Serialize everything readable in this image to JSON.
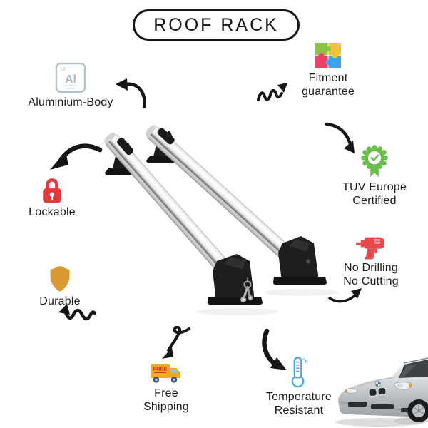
{
  "title": "ROOF RACK",
  "features": {
    "aluminium": {
      "label": "Aluminium-Body",
      "element_symbol": "Al",
      "element_number": "13"
    },
    "fitment": {
      "line1": "Fitment",
      "line2": "guarantee"
    },
    "lockable": {
      "label": "Lockable"
    },
    "tuv": {
      "line1": "TUV Europe",
      "line2": "Certified"
    },
    "drilling": {
      "line1": "No Drilling",
      "line2": "No Cutting"
    },
    "durable": {
      "label": "Durable"
    },
    "shipping": {
      "line1": "Free",
      "line2": "Shipping",
      "truck_badge": "FREE"
    },
    "temperature": {
      "line1": "Temperature",
      "line2": "Resistant",
      "unit_label": "°c"
    }
  },
  "colors": {
    "ink": "#151515",
    "lock_red": "#e23b3e",
    "drill_red": "#e8474b",
    "shield_gold": "#d9992e",
    "badge_green": "#6abf4b",
    "truck_orange": "#f6a723",
    "thermometer_blue": "#45a7e3",
    "aluminium_gray": "#b3bfc7",
    "puzzle_green": "#8bc34a",
    "puzzle_yellow": "#f0c330",
    "puzzle_pink": "#ec4067",
    "puzzle_blue": "#3da5e8",
    "bar_silver": "#e9e9e9",
    "car_silver": "#c9cbcd"
  }
}
